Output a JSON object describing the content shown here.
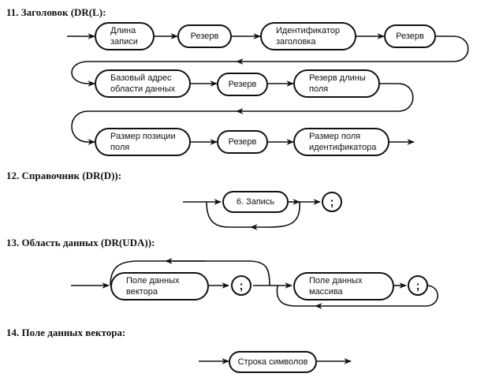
{
  "sections": [
    {
      "heading": "11. Заголовок (DR(L):",
      "nodes": [
        "Длина\nзаписи",
        "Резерв",
        "Идентификатор\nзаголовка",
        "Резерв",
        "Базовый адрес\nобласти данных",
        "Резерв",
        "Резерв длины\nполя",
        "Размер позиции\nполя",
        "Резерв",
        "Размер поля\nидентификатора"
      ]
    },
    {
      "heading": "12. Справочник (DR(D)):",
      "nodes": [
        "6. Запись"
      ],
      "terminal": ";"
    },
    {
      "heading": "13. Область данных (DR(UDA)):",
      "nodes": [
        "Поле данных\nвектора",
        "Поле данных\nмассива"
      ],
      "terminals": [
        ";",
        ";"
      ]
    },
    {
      "heading": "14. Поле данных вектора:",
      "nodes": [
        "Строка символов"
      ]
    }
  ]
}
